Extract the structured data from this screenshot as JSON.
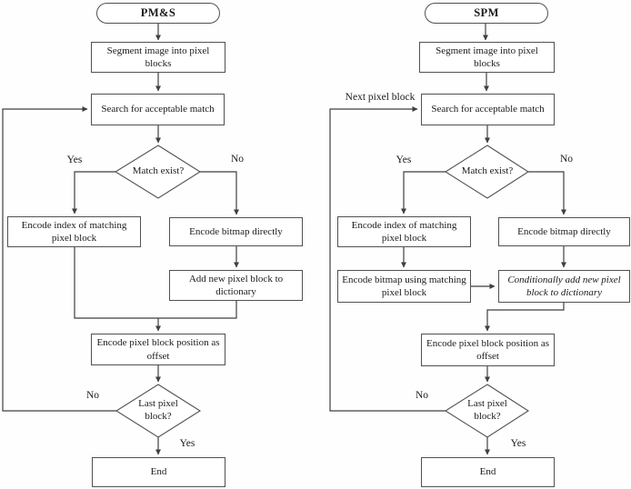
{
  "colors": {
    "line": "#3f3f3f",
    "box_border": "#515151",
    "text": "#1b1b1b",
    "background": "#fefefe"
  },
  "pms": {
    "title": "PM&S",
    "nodes": {
      "segment": "Segment image into pixel\nblocks",
      "search": "Search for acceptable match",
      "match_exist": "Match exist?",
      "encode_index": "Encode index of matching\npixel block",
      "encode_bitmap": "Encode bitmap directly",
      "add_new": "Add new pixel block to\ndictionary",
      "encode_position": "Encode pixel block position as\noffset",
      "last_block": "Last pixel\nblock?",
      "end": "End"
    },
    "labels": {
      "yes1": "Yes",
      "no1": "No",
      "no2": "No",
      "yes2": "Yes"
    }
  },
  "spm": {
    "title": "SPM",
    "nodes": {
      "segment": "Segment image into pixel\nblocks",
      "search": "Search for acceptable match",
      "match_exist": "Match exist?",
      "encode_index": "Encode index of matching\npixel block",
      "encode_bitmap": "Encode bitmap directly",
      "encode_bitmap_matching": "Encode bitmap using matching\npixel block",
      "conditionally_add": "Conditionally add new pixel\nblock to dictionary",
      "encode_position": "Encode pixel block position as\noffset",
      "last_block": "Last pixel\nblock?",
      "end": "End"
    },
    "labels": {
      "next_block": "Next pixel block",
      "yes1": "Yes",
      "no1": "No",
      "no2": "No",
      "yes2": "Yes"
    }
  }
}
